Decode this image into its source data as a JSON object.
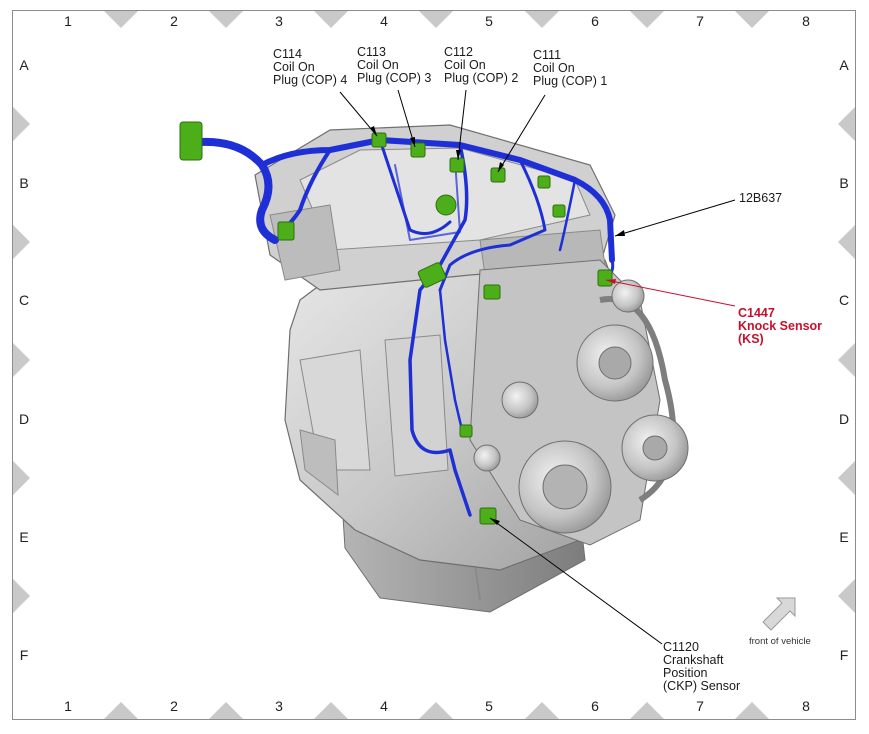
{
  "grid": {
    "columns": [
      "1",
      "2",
      "3",
      "4",
      "5",
      "6",
      "7",
      "8"
    ],
    "rows": [
      "A",
      "B",
      "C",
      "D",
      "E",
      "F"
    ]
  },
  "callouts": {
    "c114": {
      "lines": [
        "C114",
        "Coil On",
        "Plug (COP) 4"
      ]
    },
    "c113": {
      "lines": [
        "C113",
        "Coil On",
        "Plug (COP) 3"
      ]
    },
    "c112": {
      "lines": [
        "C112",
        "Coil On",
        "Plug (COP) 2"
      ]
    },
    "c111": {
      "lines": [
        "C111",
        "Coil On",
        "Plug (COP) 1"
      ]
    },
    "harness": {
      "lines": [
        "12B637"
      ]
    },
    "c1447": {
      "lines": [
        "C1447",
        "Knock Sensor",
        "(KS)"
      ]
    },
    "c1120": {
      "lines": [
        "C1120",
        "Crankshaft",
        "Position",
        "(CKP) Sensor"
      ]
    }
  },
  "orientation": {
    "label": "front of vehicle"
  },
  "colors": {
    "harness": "#1f2fd6",
    "connector": "#4caf1a",
    "engine": "#c8c8c8",
    "highlight_callout": "#c8102e",
    "grid_marker": "#c9c9c9"
  }
}
